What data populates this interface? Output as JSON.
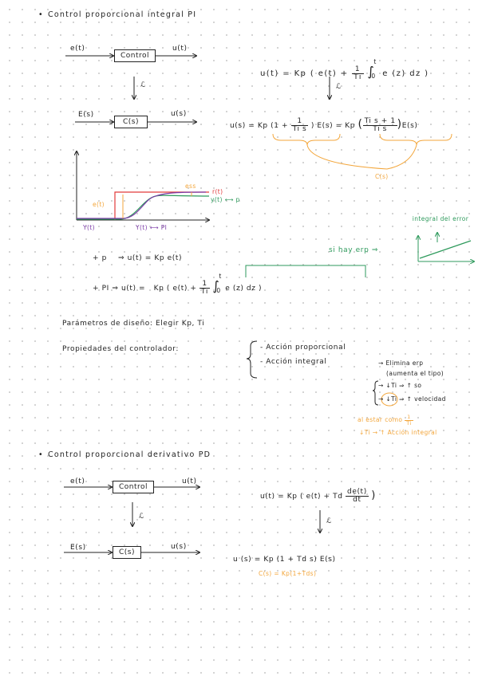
{
  "pi": {
    "title": "Control proporcional integral PI",
    "block_input": "e(t)",
    "block_label": "Control",
    "block_output": "u(t)",
    "laplace": "ℒ",
    "laplace_input": "E(s)",
    "laplace_block": "C(s)",
    "laplace_output": "u(s)",
    "time_eq_left": "u(t) = Kp ( e(t) +",
    "time_eq_num": "1",
    "time_eq_den": "Ti",
    "time_eq_int": "∫",
    "time_eq_int_upper": "t",
    "time_eq_int_lower": "0",
    "time_eq_right": "e (z) dz )",
    "s_eq_left": "u(s) = Kp (1 +",
    "s_eq_frac_num": "1",
    "s_eq_frac_den": "Ti s",
    "s_eq_mid": ") E(s) = Kp",
    "s_eq_frac2_num": "Ti s + 1",
    "s_eq_frac2_den": "Ti s",
    "s_eq_end": "E(s)",
    "cs_label": "C(s)",
    "graph": {
      "ess": "ess",
      "et": "e(t)",
      "rt": "r(t)",
      "yt_p": "y(t) ⟷ p",
      "yt": "Y(t)",
      "yt_pi": "Y(t) ⟷ PI"
    },
    "integral_note": "integral del error",
    "si_hay": "si hay erp ⇒",
    "p_line_left": "+ p",
    "p_line_right": "⇒ u(t) = Kp e(t)",
    "pi_line_left": "+ PI ⇒ u(t) =",
    "pi_line_kp": "Kp ( e(t) +",
    "pi_line_num": "1",
    "pi_line_den": "Ti",
    "pi_line_int": "∫",
    "pi_line_upper": "t",
    "pi_line_lower": "0",
    "pi_line_right": "e (z) dz )",
    "params": "Parámetros de diseño: Elegir Kp, Ti",
    "props_label": "Propiedades del controlador:",
    "prop1": "- Acción proporcional",
    "prop2": "- Acción integral",
    "elim": "→ Elimina erp",
    "elim_sub": "(aumenta el tipo)",
    "ti_up": "→ ↓Ti ⇒ ↑ so",
    "ti_down": "→ ↓Ti ⇒ ↑ velocidad",
    "orange_note1": "al estar como",
    "orange_note1_num": "1",
    "orange_note1_den": "Ti",
    "orange_note2": "↓Ti → ↑ Acción integral"
  },
  "pd": {
    "title": "Control proporcional derivativo PD",
    "block_input": "e(t)",
    "block_label": "Control",
    "block_output": "u(t)",
    "laplace": "ℒ",
    "laplace_input": "E(s)",
    "laplace_block": "C(s)",
    "laplace_output": "u(s)",
    "time_eq_left": "u(t) = Kp ( e(t) + Td",
    "time_eq_num": "de(t)",
    "time_eq_den": "dt",
    "time_eq_right": ")",
    "s_eq": "u (s) = Kp (1 + Td s) E(s)",
    "cs_note": "C(s) = Kp(1+Tds)"
  },
  "colors": {
    "green": "#2e9a5c",
    "orange": "#f3a63b",
    "purple": "#7b3aa7",
    "red": "#e23b3b"
  }
}
